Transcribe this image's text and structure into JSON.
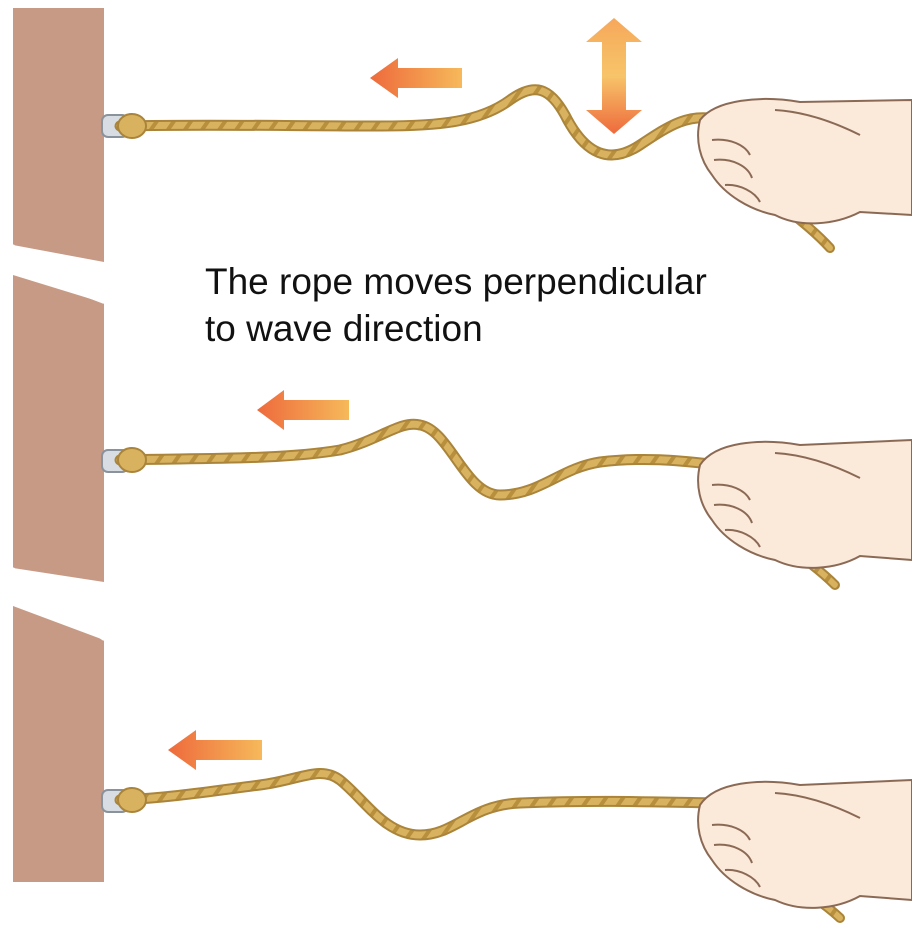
{
  "caption": {
    "line1": "The rope moves perpendicular",
    "line2": "to wave direction"
  },
  "panels": [
    {
      "name": "panel-top",
      "wave_direction": "left",
      "shows_vertical_motion_arrow": true
    },
    {
      "name": "panel-middle",
      "wave_direction": "left",
      "shows_vertical_motion_arrow": false
    },
    {
      "name": "panel-bottom",
      "wave_direction": "left",
      "shows_vertical_motion_arrow": false
    }
  ],
  "icons": {
    "wave_direction": "left-arrow-icon",
    "rope_motion": "up-down-arrow-icon",
    "hand": "hand-icon",
    "post": "wooden-post"
  },
  "colors": {
    "post": "#c79a85",
    "rope": "#d9b25f",
    "rope_shadow": "#a9843a",
    "arrow_start": "#f6b95a",
    "arrow_end": "#ee6a3c",
    "hand_fill": "#fbe9da",
    "hand_line": "#8b6a55"
  }
}
